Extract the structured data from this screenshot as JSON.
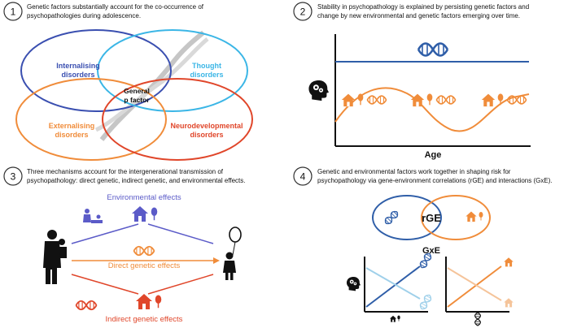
{
  "panels": {
    "p1": {
      "number": "1",
      "caption_line1": "Genetic factors substantially account for the co-occurrence of",
      "caption_line2": "psychopathologies during adolescence.",
      "circles": {
        "internalising_line1": "Internalising",
        "internalising_line2": "disorders",
        "thought_line1": "Thought",
        "thought_line2": "disorders",
        "externalising_line1": "Externalising",
        "externalising_line2": "disorders",
        "neuro_line1": "Neurodevelopmental",
        "neuro_line2": "disorders"
      },
      "center_line1": "General",
      "center_line2": "p factor"
    },
    "p2": {
      "number": "2",
      "caption_line1": "Stability in psychopathology is explained by persisting genetic factors and",
      "caption_line2": "change by new environmental and genetic factors emerging over time.",
      "x_axis_label": "Age"
    },
    "p3": {
      "number": "3",
      "caption_line1": "Three mechanisms account for the intergenerational transmission of",
      "caption_line2": "psychopathology: direct genetic, indirect genetic, and environmental effects.",
      "environmental": "Environmental effects",
      "direct": "Direct genetic effects",
      "indirect": "Indirect genetic effects"
    },
    "p4": {
      "number": "4",
      "caption_line1": "Genetic and environmental factors work together in shaping risk for",
      "caption_line2": "psychopathology via gene-environment correlations (rGE) and interactions (GxE).",
      "rge_label": "rGE",
      "gxe_label": "GxE"
    }
  },
  "colors": {
    "blue_dark": "#3a4fb0",
    "blue_light": "#3bb6e6",
    "orange": "#f08c3a",
    "red": "#e0462a",
    "purple": "#5b5bc8",
    "nav_blue": "#2f5ea8",
    "light_blue": "#9fd0ea"
  },
  "icons": [
    "dna-icon",
    "house-icon",
    "tree-icon",
    "head-gears-icon",
    "parent-child-icon",
    "child-balloon-icon",
    "baby-care-icon"
  ]
}
